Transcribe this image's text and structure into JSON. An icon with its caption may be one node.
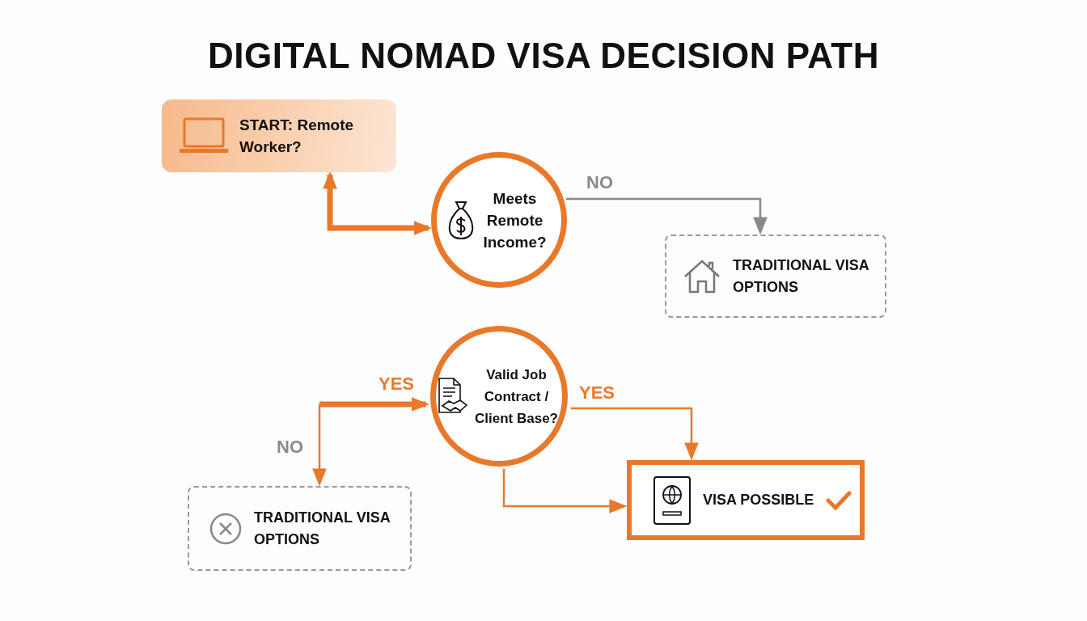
{
  "diagram": {
    "title": "DIGITAL NOMAD VISA DECISION PATH",
    "nodes": [
      {
        "text": [
          "START: Remote Worker?"
        ]
      },
      {
        "text": [
          "Meets Remote Income?"
        ]
      },
      {
        "text": [
          "TRADITIONAL VISA OPTIONS"
        ]
      },
      {
        "text": [
          "Valid Job Contract / Client Base?"
        ]
      },
      {
        "text": [
          "TRADITIONAL VISA OPTIONS"
        ]
      },
      {
        "text": [
          "VISA POSSIBLE"
        ]
      }
    ],
    "edges": [
      {
        "from": 0,
        "to": 1,
        "arrow": "both",
        "style": "thick"
      },
      {
        "from": 1,
        "to": 2,
        "arrow": "to",
        "label": "NO",
        "color": "#8a8a8a"
      },
      {
        "from": null,
        "to": 3,
        "arrow": "to",
        "label": "YES",
        "style": "thick"
      },
      {
        "from": null,
        "to": 4,
        "arrow": "to",
        "label": "NO"
      },
      {
        "from": 3,
        "to": 5,
        "arrow": "to",
        "label": "YES"
      },
      {
        "from": 3,
        "to": 5,
        "arrow": "to"
      }
    ]
  }
}
